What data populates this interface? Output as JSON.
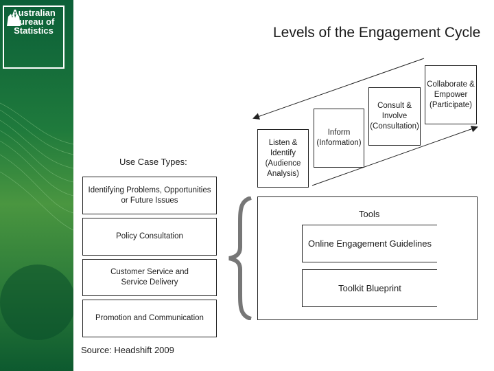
{
  "brand": {
    "logo_lines": [
      "Australian",
      "Bureau of",
      "Statistics"
    ],
    "colors": {
      "dark_green": "#0a5c36",
      "accent_green": "#4a9640"
    }
  },
  "title": "Levels of the Engagement Cycle",
  "stages": [
    {
      "label_lines": [
        "Listen &",
        "Identify",
        "(Audience",
        "Analysis)"
      ]
    },
    {
      "label_lines": [
        "Inform",
        "(Information)"
      ]
    },
    {
      "label_lines": [
        "Consult &",
        "Involve",
        "(Consultation)"
      ]
    },
    {
      "label_lines": [
        "Collaborate &",
        "Empower",
        "(Participate)"
      ]
    }
  ],
  "use_cases": {
    "heading": "Use Case Types:",
    "items": [
      [
        "Identifying Problems, Opportunities",
        "or Future Issues"
      ],
      [
        "Policy Consultation"
      ],
      [
        "Customer Service and",
        "Service Delivery"
      ],
      [
        "Promotion and Communication"
      ]
    ]
  },
  "tools": {
    "heading": "Tools",
    "items": [
      "Online Engagement Guidelines",
      "Toolkit Blueprint"
    ]
  },
  "source": "Source: Headshift 2009"
}
